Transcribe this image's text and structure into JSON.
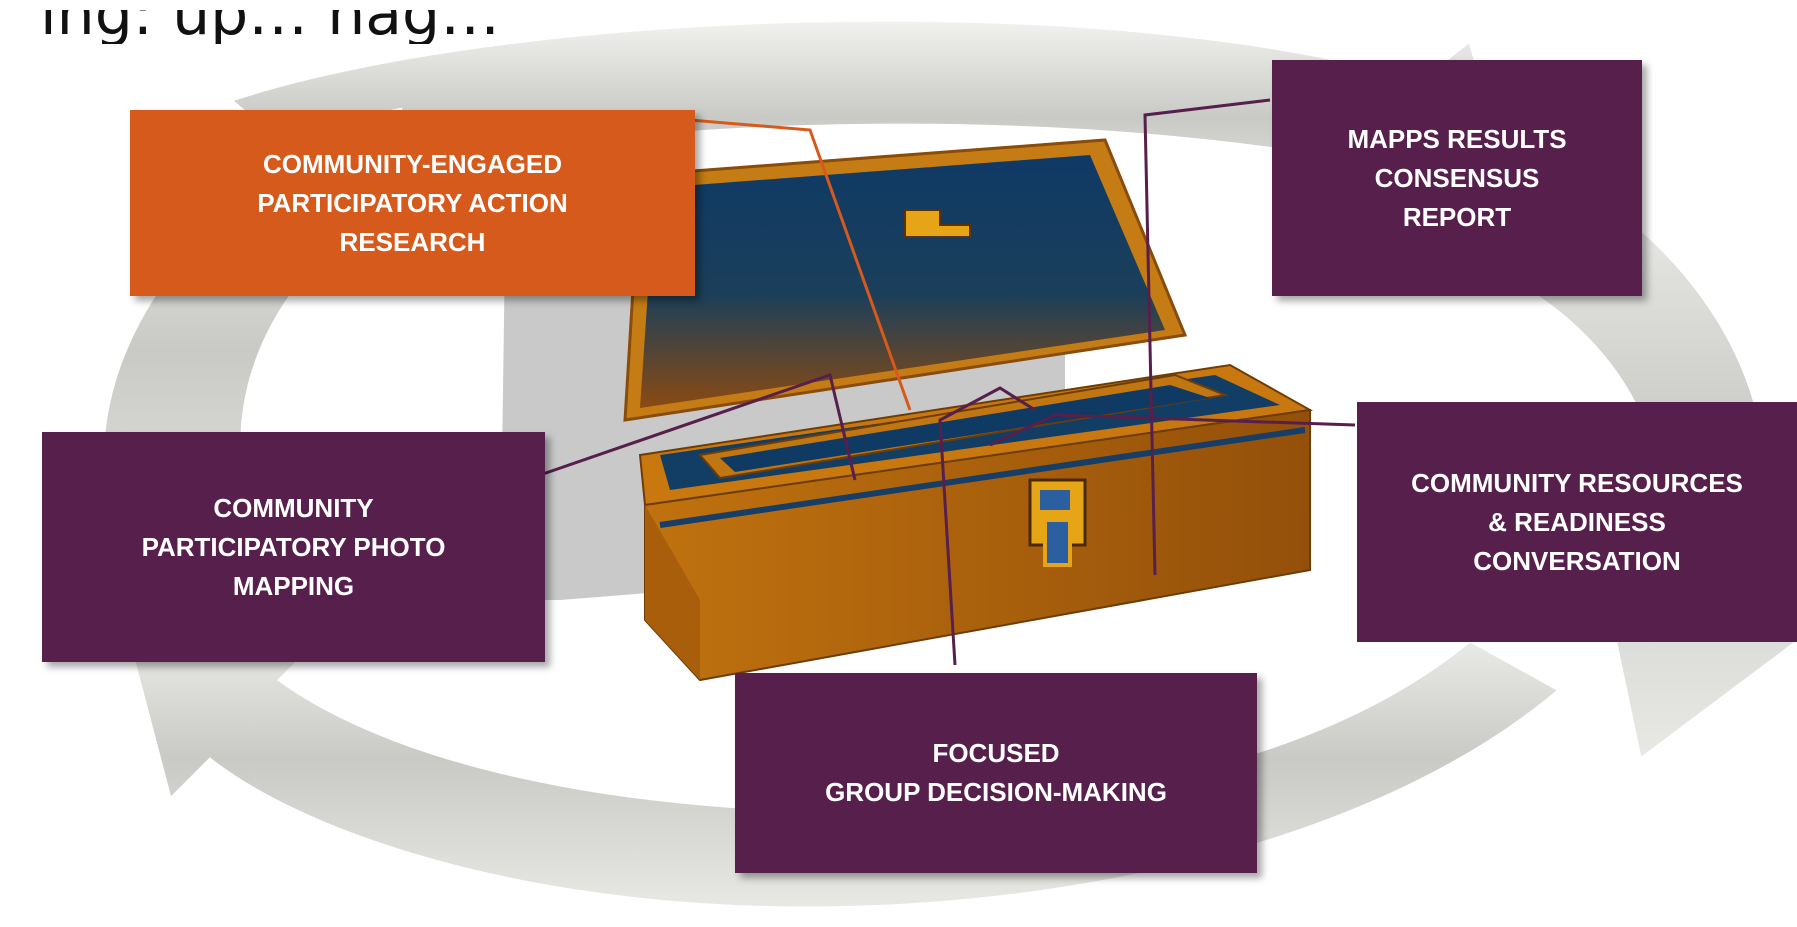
{
  "title": "ing: up… nag…",
  "boxes": {
    "cepar": [
      "COMMUNITY-ENGAGED",
      "PARTICIPATORY ACTION",
      "RESEARCH"
    ],
    "mapps": [
      "MAPPS RESULTS",
      "CONSENSUS",
      "REPORT"
    ],
    "photo": [
      "COMMUNITY",
      "PARTICIPATORY PHOTO",
      "MAPPING"
    ],
    "resources": [
      "COMMUNITY RESOURCES",
      "& READINESS",
      "CONVERSATION"
    ],
    "focused": [
      "FOCUSED",
      "GROUP DECISION-MAKING"
    ]
  },
  "colors": {
    "orange": "#d55a1c",
    "purple": "#561f4c",
    "cycle_arrows": "#cfcfcb",
    "toolbox": "#b36a0e",
    "toolbox_lining": "#163e68"
  },
  "icons": [
    "cycle-arrows",
    "toolbox-icon"
  ]
}
